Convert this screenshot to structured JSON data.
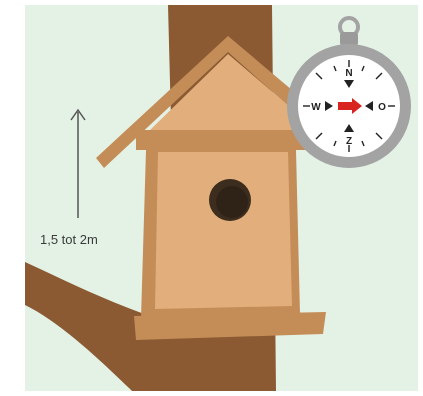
{
  "height_label": "1,5 tot 2m",
  "compass": {
    "north": "N",
    "east": "O",
    "south": "Z",
    "west": "W"
  },
  "colors": {
    "background": "#e4f2e6",
    "trunk": "#8b5a33",
    "house_light": "#e1ae7c",
    "house_mid": "#c48d58",
    "hole": "#3d2d1f",
    "compass_frame": "#a3a3a3",
    "needle": "#d9231f"
  },
  "icons": [
    "compass-icon",
    "up-arrow-icon",
    "birdhouse-icon"
  ]
}
